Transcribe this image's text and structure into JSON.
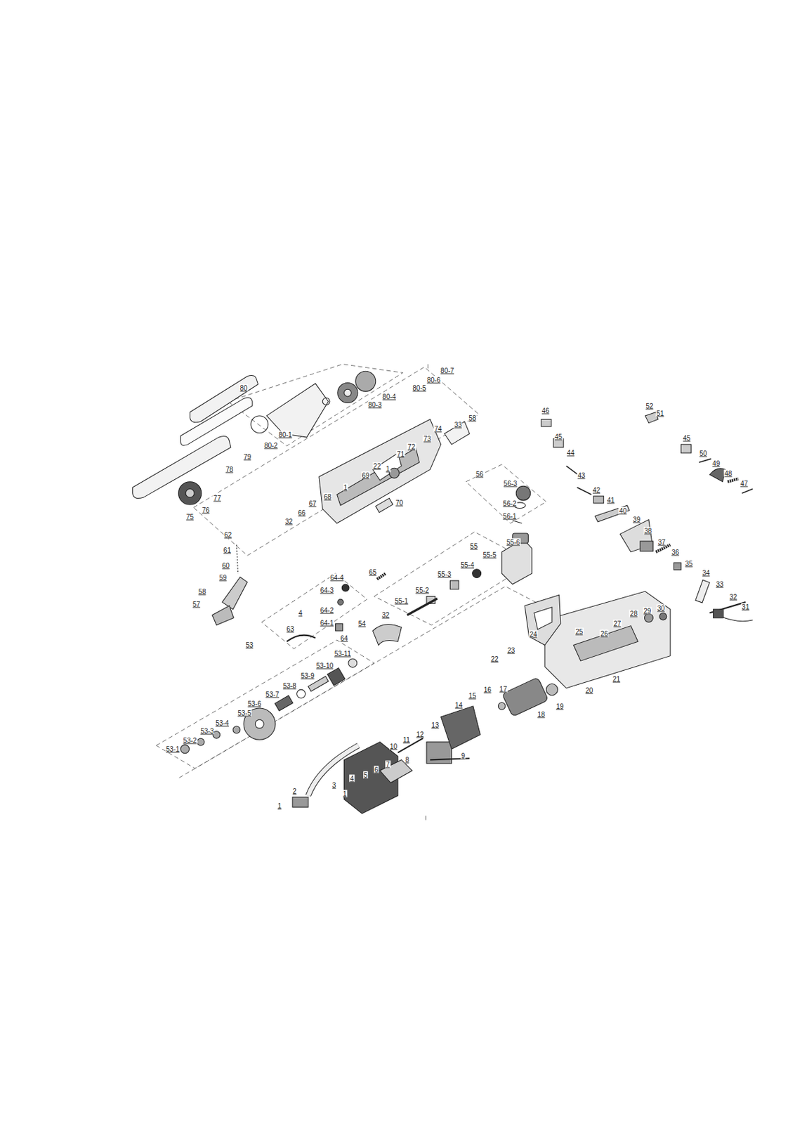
{
  "diagram": {
    "labels": [
      "80",
      "80-7",
      "80-6",
      "80-5",
      "80-4",
      "80-3",
      "80-1",
      "80-2",
      "79",
      "78",
      "77",
      "76",
      "75",
      "74",
      "33",
      "58",
      "73",
      "72",
      "71",
      "22",
      "1",
      "69",
      "1",
      "68",
      "67",
      "66",
      "32",
      "70",
      "56",
      "56-3",
      "56-2",
      "56-1",
      "46",
      "45",
      "44",
      "43",
      "42",
      "41",
      "40",
      "39",
      "38",
      "37",
      "36",
      "35",
      "34",
      "33",
      "32",
      "31",
      "52",
      "51",
      "45",
      "50",
      "49",
      "48",
      "47",
      "65",
      "64-4",
      "64-3",
      "64-2",
      "64-1",
      "64",
      "55",
      "55-6",
      "55-5",
      "55-4",
      "55-3",
      "55-2",
      "55-1",
      "62",
      "61",
      "60",
      "59",
      "58",
      "57",
      "4",
      "63",
      "32",
      "54",
      "53",
      "53-11",
      "53-10",
      "53-9",
      "53-8",
      "53-7",
      "53-6",
      "53-5",
      "53-4",
      "53-3",
      "53-2",
      "53-1",
      "30",
      "29",
      "28",
      "27",
      "26",
      "25",
      "24",
      "23",
      "22",
      "21",
      "20",
      "19",
      "18",
      "17",
      "16",
      "15",
      "14",
      "13",
      "12",
      "11",
      "10",
      "9",
      "8",
      "7",
      "6",
      "5",
      "4",
      "3",
      "1",
      "2",
      "1"
    ]
  }
}
